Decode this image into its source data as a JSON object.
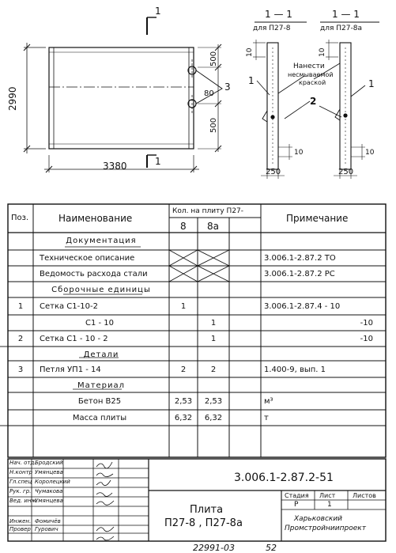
{
  "drawing": {
    "section_mark": "1",
    "section_title": "1 — 1",
    "section_for_1": "для  П27-8",
    "section_for_2": "для  П27-8а",
    "dim_width": "3380",
    "dim_height": "2990",
    "dim_500_top": "500",
    "dim_500_bottom": "500",
    "dim_80": "80",
    "dim_10_a": "10",
    "dim_10_b": "10",
    "dim_10_c": "10",
    "dim_10_d": "10",
    "dim_250_a": "250",
    "dim_250_b": "250",
    "callout_3": "3",
    "callout_1_left": "1",
    "callout_1_right": "1",
    "callout_2": "2",
    "note_line1": "Нанести",
    "note_line2": "несмываемой",
    "note_line3": "краской"
  },
  "table": {
    "headers": {
      "pos": "Поз.",
      "name": "Наименование",
      "qty": "Кол. на плиту П27-",
      "qty_8": "8",
      "qty_8a": "8а",
      "note": "Примечание"
    },
    "rows": [
      {
        "pos": "",
        "name": "Документация",
        "q8": "",
        "q8a": "",
        "note": "",
        "section": true
      },
      {
        "pos": "",
        "name": "Техническое описание",
        "q8": "",
        "q8a": "",
        "note": "3.006.1-2.87.2  ТО",
        "cross": true
      },
      {
        "pos": "",
        "name": "Ведомость расхода стали",
        "q8": "",
        "q8a": "",
        "note": "3.006.1-2.87.2  РС",
        "cross": true
      },
      {
        "pos": "",
        "name": "Сборочные единицы",
        "q8": "",
        "q8a": "",
        "note": "",
        "section": true
      },
      {
        "pos": "1",
        "name": "Сетка    С1-10-2",
        "q8": "1",
        "q8a": "",
        "note": "3.006.1-2.87.4 - 10"
      },
      {
        "pos": "",
        "name": "С1 - 10",
        "q8": "",
        "q8a": "1",
        "note": "-10",
        "indent": true
      },
      {
        "pos": "2",
        "name": "Сетка    С1 - 10 - 2",
        "q8": "",
        "q8a": "1",
        "note": "-10"
      },
      {
        "pos": "",
        "name": "Детали",
        "q8": "",
        "q8a": "",
        "note": "",
        "section": true
      },
      {
        "pos": "3",
        "name": "Петля   УП1 - 14",
        "q8": "2",
        "q8a": "2",
        "note": "1.400-9,  вып. 1"
      },
      {
        "pos": "",
        "name": "Материал",
        "q8": "",
        "q8a": "",
        "note": "",
        "section": true
      },
      {
        "pos": "",
        "name": "Бетон   В25",
        "q8": "2,53",
        "q8a": "2,53",
        "note": "м³",
        "indent": true
      },
      {
        "pos": "",
        "name": "Масса   плиты",
        "q8": "6,32",
        "q8a": "6,32",
        "note": "т",
        "indent": true
      }
    ]
  },
  "stamp": {
    "people": [
      {
        "role": "Нач. отд.",
        "name": "Бродский"
      },
      {
        "role": "Н.контр",
        "name": "Умянцева"
      },
      {
        "role": "Гл.спец",
        "name": "Королецкий"
      },
      {
        "role": "Рук. гр.",
        "name": "Чумакова"
      },
      {
        "role": "Вед. инж.",
        "name": "Умянцева"
      },
      {
        "role": "",
        "name": ""
      },
      {
        "role": "Инжен.",
        "name": "Фомичёв"
      },
      {
        "role": "Провер",
        "name": "Гурович"
      }
    ],
    "doc_code": "3.006.1-2.87.2-51",
    "title_line1": "Плита",
    "title_line2": "П27-8 , П27-8а",
    "stage_label": "Стадия",
    "sheet_label": "Лист",
    "sheets_label": "Листов",
    "stage_value": "Р",
    "sheet_value": "1",
    "org_line1": "Харьковский",
    "org_line2": "Промстройниипроект"
  },
  "footer": {
    "archive_no": "22991-03",
    "page_no": "52"
  }
}
